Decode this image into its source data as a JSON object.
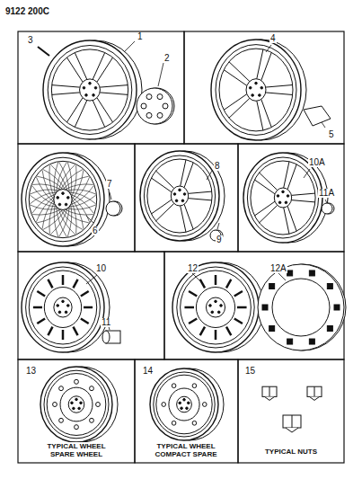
{
  "diagram": {
    "labels": [
      "9122 200C",
      "1",
      "2",
      "3",
      "4",
      "5",
      "6",
      "7",
      "8",
      "9",
      "10A",
      "11A",
      "10",
      "11",
      "12",
      "12A",
      "13",
      "14",
      "15",
      "TYPICAL WHEEL SPARE WHEEL",
      "TYPICAL WHEEL COMPACT SPARE",
      "TYPICAL NUTS"
    ]
  }
}
